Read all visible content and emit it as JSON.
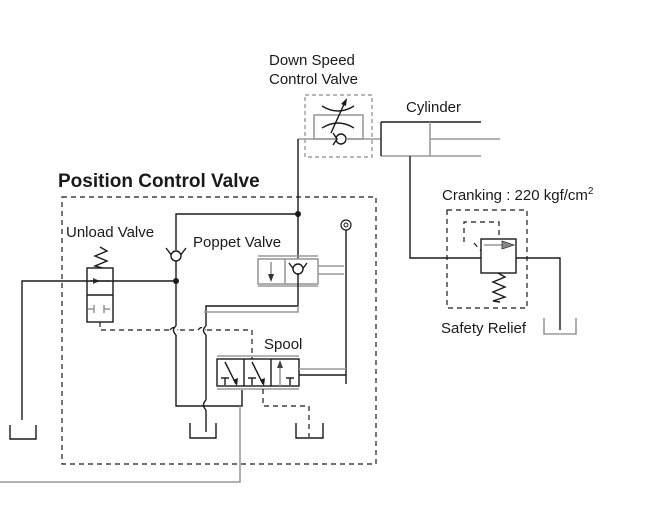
{
  "diagram": {
    "title": "Position Control Valve",
    "labels": {
      "down_speed_line1": "Down Speed",
      "down_speed_line2": "Control Valve",
      "cylinder": "Cylinder",
      "cranking": "Cranking : 220 kgf/cm",
      "cranking_sup": "2",
      "unload_valve": "Unload Valve",
      "poppet_valve": "Poppet Valve",
      "spool": "Spool",
      "safety_relief": "Safety Relief"
    },
    "components": [
      {
        "id": "down-speed-control-valve",
        "type": "throttle-check-valve"
      },
      {
        "id": "cylinder",
        "type": "hydraulic-cylinder"
      },
      {
        "id": "safety-relief-valve",
        "type": "relief-valve",
        "setting": "220 kgf/cm2"
      },
      {
        "id": "unload-valve",
        "type": "2-position-valve-spring"
      },
      {
        "id": "poppet-valve",
        "type": "poppet-check-valve"
      },
      {
        "id": "spool-valve",
        "type": "3-position-directional-valve"
      },
      {
        "id": "check-valve",
        "type": "check-valve"
      },
      {
        "id": "tanks",
        "count": 4
      }
    ],
    "colors": {
      "line": "#1a1a1a",
      "gray_line": "#9a9a9a",
      "background": "#ffffff"
    }
  }
}
